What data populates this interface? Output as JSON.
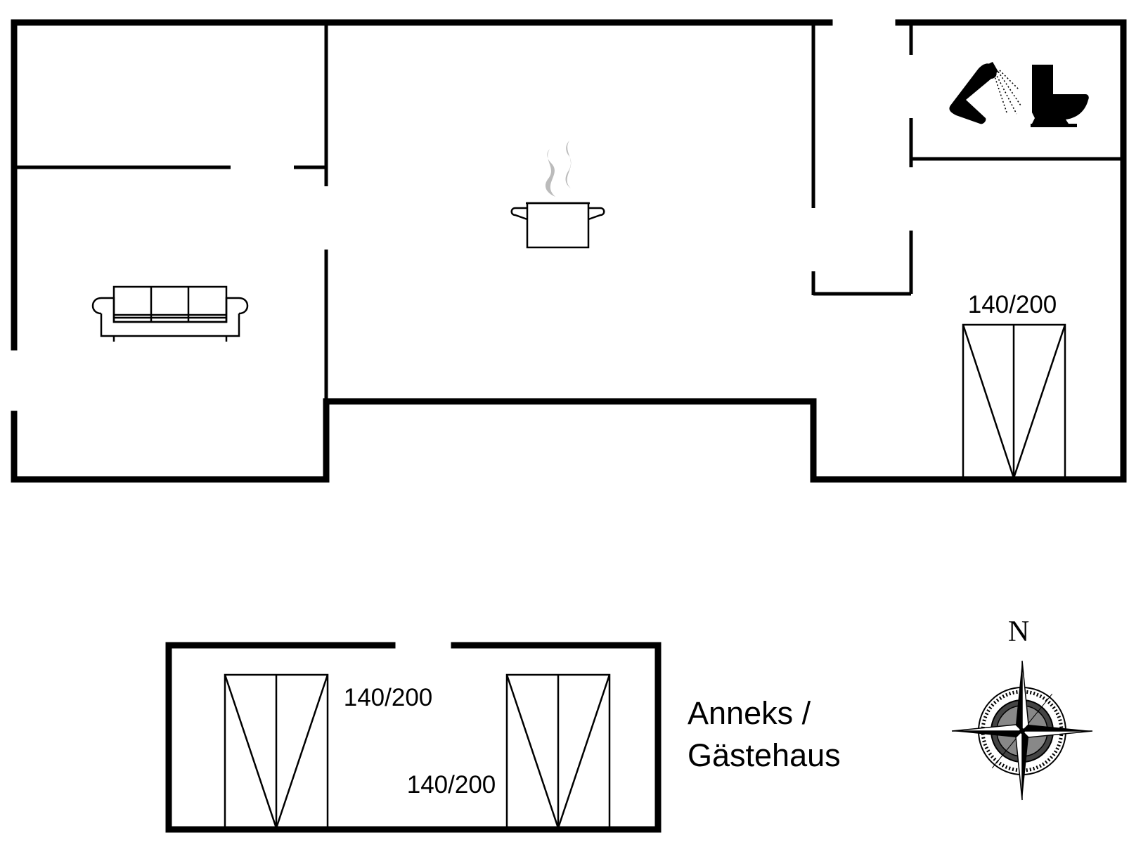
{
  "main_house": {
    "bed_label": "140/200"
  },
  "annex": {
    "bed1_label": "140/200",
    "bed2_label": "140/200",
    "title_line1": "Anneks /",
    "title_line2": "Gästehaus"
  },
  "compass": {
    "north_label": "N"
  },
  "icons": [
    "sofa-icon",
    "cooking-pot-icon",
    "shower-icon",
    "toilet-icon",
    "double-bed-icon",
    "compass-rose-icon"
  ]
}
